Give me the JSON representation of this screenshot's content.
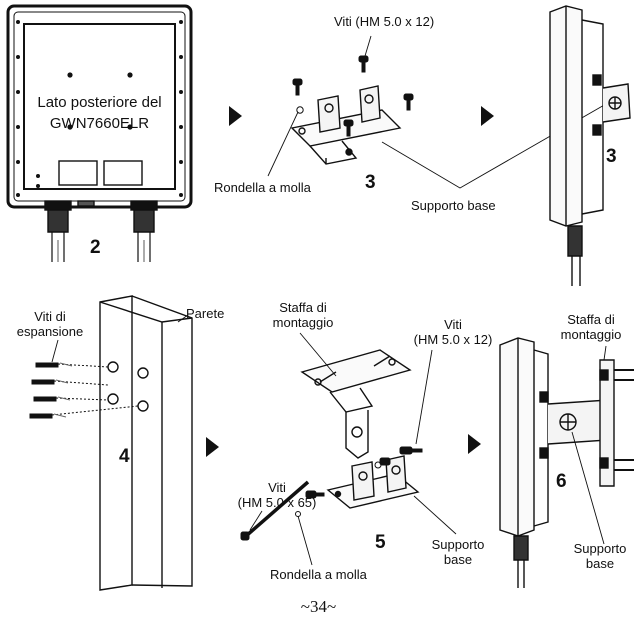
{
  "step2": {
    "number": "2",
    "back_label_line1": "Lato posteriore del",
    "back_label_line2": "GWN7660ELR"
  },
  "step3": {
    "number": "3",
    "screws_label": "Viti (HM 5.0 x 12)",
    "spring_washer_label": "Rondella a molla",
    "base_support_label": "Supporto base",
    "number_right": "3"
  },
  "step4": {
    "number": "4",
    "expansion_screws_line1": "Viti di",
    "expansion_screws_line2": "espansione",
    "wall_label": "Parete"
  },
  "step5": {
    "number": "5",
    "bracket_line1": "Staffa di",
    "bracket_line2": "montaggio",
    "screws12_line1": "Viti",
    "screws12_line2": "(HM 5.0 x 12)",
    "screws65_line1": "Viti",
    "screws65_line2": "(HM 5.0 x 65)",
    "spring_washer_label": "Rondella a molla",
    "base_support_line1": "Supporto",
    "base_support_line2": "base"
  },
  "step6": {
    "number": "6",
    "bracket_line1": "Staffa di",
    "bracket_line2": "montaggio",
    "base_support_line1": "Supporto",
    "base_support_line2": "base"
  },
  "page_number": "~34~"
}
